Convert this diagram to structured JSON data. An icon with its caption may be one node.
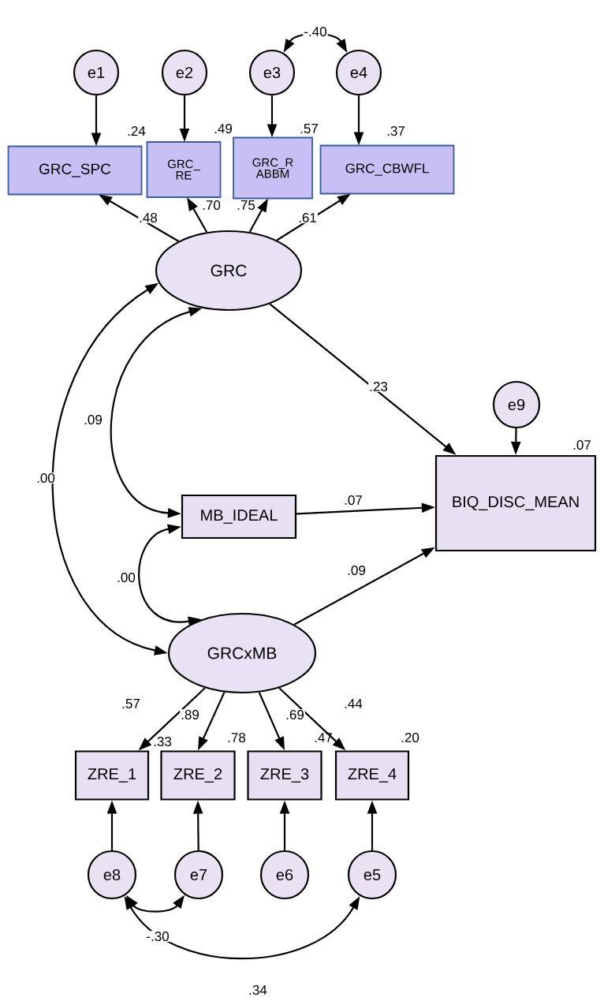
{
  "diagram": {
    "nodes": [
      {
        "text": [
          "e1"
        ]
      },
      {
        "text": [
          "e2"
        ]
      },
      {
        "text": [
          "e3"
        ]
      },
      {
        "text": [
          "e4"
        ]
      },
      {
        "text": [
          "GRC_SPC"
        ],
        "beside": [
          ".24"
        ]
      },
      {
        "text": [
          "GRC_ RE"
        ],
        "beside": [
          ".49"
        ]
      },
      {
        "text": [
          "GRC_R ABBM"
        ],
        "beside": [
          ".57"
        ]
      },
      {
        "text": [
          "GRC_CBWFL"
        ],
        "beside": [
          ".37"
        ]
      },
      {
        "text": [
          "GRC"
        ]
      },
      {
        "text": [
          "e9"
        ]
      },
      {
        "text": [
          "MB_IDEAL"
        ]
      },
      {
        "text": [
          "BIQ_DISC_MEAN"
        ],
        "beside": [
          ".07"
        ]
      },
      {
        "text": [
          "GRCxMB"
        ]
      },
      {
        "text": [
          "ZRE_1"
        ],
        "beside": [
          ".33"
        ]
      },
      {
        "text": [
          "ZRE_2"
        ],
        "beside": [
          ".78"
        ]
      },
      {
        "text": [
          "ZRE_3"
        ],
        "beside": [
          ".47"
        ]
      },
      {
        "text": [
          "ZRE_4"
        ],
        "beside": [
          ".20"
        ]
      },
      {
        "text": [
          "e8"
        ]
      },
      {
        "text": [
          "e7"
        ]
      },
      {
        "text": [
          "e6"
        ]
      },
      {
        "text": [
          "e5"
        ]
      }
    ],
    "edges": [
      {
        "from": 0,
        "to": 4,
        "arrow": "to"
      },
      {
        "from": 1,
        "to": 5,
        "arrow": "to"
      },
      {
        "from": 2,
        "to": 6,
        "arrow": "to"
      },
      {
        "from": 3,
        "to": 7,
        "arrow": "to"
      },
      {
        "from": 2,
        "to": 3,
        "arrow": "both",
        "label": "-.40"
      },
      {
        "from": 8,
        "to": 4,
        "arrow": "to",
        "label": ".48"
      },
      {
        "from": 8,
        "to": 5,
        "arrow": "to",
        "label": ".70"
      },
      {
        "from": 8,
        "to": 6,
        "arrow": "to",
        "label": ".75"
      },
      {
        "from": 8,
        "to": 7,
        "arrow": "to",
        "label": ".61"
      },
      {
        "from": 8,
        "to": 11,
        "arrow": "to",
        "label": ".23"
      },
      {
        "from": 9,
        "to": 11,
        "arrow": "to"
      },
      {
        "from": 10,
        "to": 11,
        "arrow": "to",
        "label": ".07"
      },
      {
        "from": 12,
        "to": 11,
        "arrow": "to",
        "label": ".09"
      },
      {
        "from": 8,
        "to": 10,
        "arrow": "both",
        "label": ".09"
      },
      {
        "from": 8,
        "to": 12,
        "arrow": "both",
        "label": ".00"
      },
      {
        "from": 10,
        "to": 12,
        "arrow": "both",
        "label": ".00"
      },
      {
        "from": 12,
        "to": 13,
        "arrow": "to",
        "label": ".57"
      },
      {
        "from": 12,
        "to": 14,
        "arrow": "to",
        "label": ".89"
      },
      {
        "from": 12,
        "to": 15,
        "arrow": "to",
        "label": ".69"
      },
      {
        "from": 12,
        "to": 16,
        "arrow": "to",
        "label": ".44"
      },
      {
        "from": 17,
        "to": 13,
        "arrow": "to"
      },
      {
        "from": 18,
        "to": 14,
        "arrow": "to"
      },
      {
        "from": 19,
        "to": 15,
        "arrow": "to"
      },
      {
        "from": 20,
        "to": 16,
        "arrow": "to"
      },
      {
        "from": 17,
        "to": 18,
        "arrow": "both",
        "label": "-.30"
      },
      {
        "from": 17,
        "to": 20,
        "arrow": "both",
        "label": ".34"
      }
    ]
  }
}
